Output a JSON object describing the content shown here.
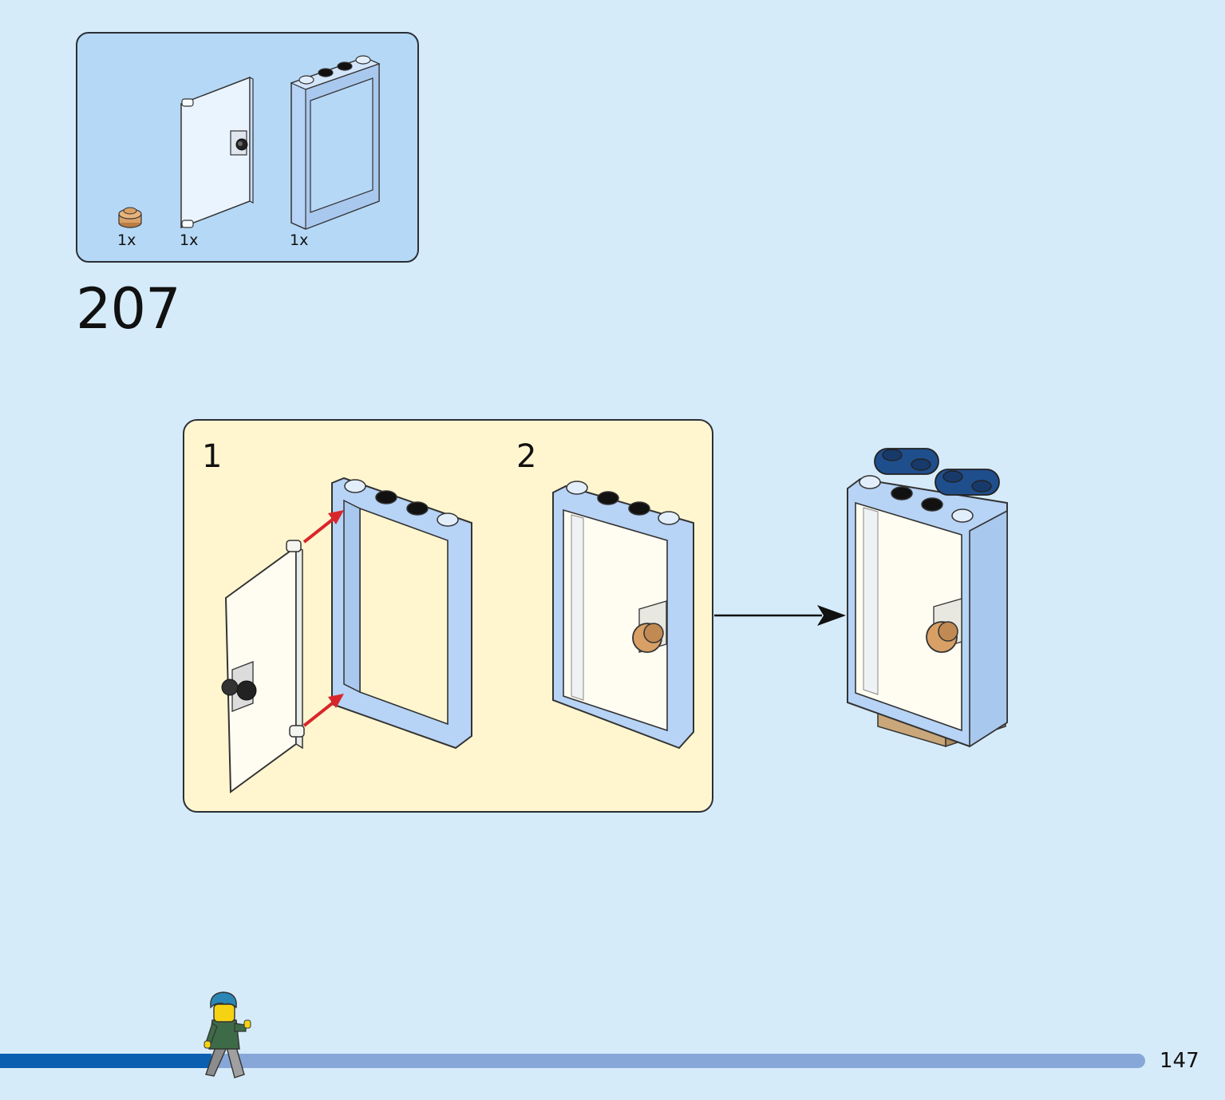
{
  "parts_list": {
    "items": [
      {
        "name": "tan-round-plate",
        "quantity": "1x",
        "color": "#d9a066"
      },
      {
        "name": "transparent-door",
        "quantity": "1x",
        "color": "#eaf4ff"
      },
      {
        "name": "door-frame",
        "quantity": "1x",
        "color": "#b7d3f5"
      }
    ]
  },
  "step": {
    "number": "207"
  },
  "substeps": [
    {
      "label": "1"
    },
    {
      "label": "2"
    }
  ],
  "colors": {
    "page_background": "#d6ebfa",
    "parts_box": "#b5d8f6",
    "substep_box": "#fff6cf",
    "frame_blue": "#b7d3f5",
    "dark_blue": "#1f4e8c",
    "red_arrow": "#d8262b",
    "progress_done": "#0b5fb0",
    "progress_remaining": "#87a7d8"
  },
  "progress": {
    "fraction": 0.185
  },
  "page": {
    "number": "147"
  }
}
